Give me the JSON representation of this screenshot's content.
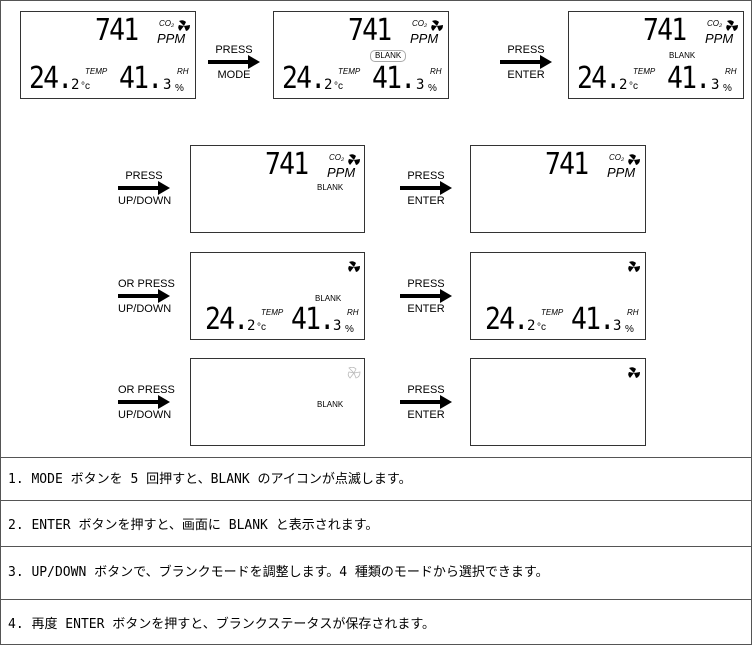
{
  "labels": {
    "press": "PRESS",
    "or_press": "OR PRESS",
    "mode": "MODE",
    "enter": "ENTER",
    "up_down": "UP/DOWN",
    "co2": "CO₂",
    "ppm": "PPM",
    "temp": "TEMP",
    "rh": "RH",
    "blank": "BLANK",
    "celsius": "°c",
    "percent": "%"
  },
  "readings": {
    "co2_value": "741",
    "temp_value": "24.",
    "temp_decimal": "2",
    "rh_value": "41.",
    "rh_decimal": "3"
  },
  "steps": [
    "1. MODE ボタンを 5 回押すと、BLANK のアイコンが点滅します。",
    "2. ENTER ボタンを押すと、画面に BLANK と表示されます。",
    "3. UP/DOWN ボタンで、ブランクモードを調整します。4 種類のモードから選択できます。",
    "4. 再度 ENTER ボタンを押すと、ブランクステータスが保存されます。"
  ]
}
